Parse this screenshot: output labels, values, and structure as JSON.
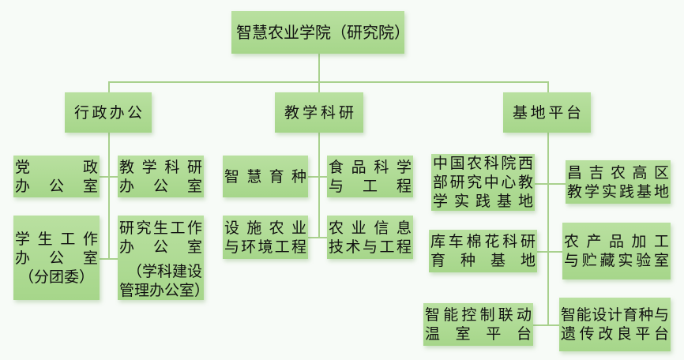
{
  "root": {
    "lines": [
      "智慧农业学院（研究院）"
    ]
  },
  "categories": [
    {
      "lines": [
        "行政办公"
      ]
    },
    {
      "lines": [
        "教学科研"
      ]
    },
    {
      "lines": [
        "基地平台"
      ]
    }
  ],
  "admin": [
    {
      "lines": [
        "党　　　政",
        "办　公　室"
      ]
    },
    {
      "lines": [
        "教学科研",
        "办　公　室"
      ]
    },
    {
      "lines": [
        "学生工作",
        "办　公　室",
        "（分团委）"
      ]
    },
    {
      "lines": [
        "研究生工作",
        "办　公　室",
        "",
        "（学科建设",
        "管理办公室）"
      ]
    }
  ],
  "teaching": [
    {
      "lines": [
        "智慧育种"
      ]
    },
    {
      "lines": [
        "食品科学",
        "与　工　程"
      ]
    },
    {
      "lines": [
        "设施农业",
        "与环境工程"
      ]
    },
    {
      "lines": [
        "农业信息",
        "技术与工程"
      ]
    }
  ],
  "bases": [
    {
      "lines": [
        "中国农科院西",
        "部研究中心教",
        "学实践基地"
      ]
    },
    {
      "lines": [
        "昌吉农高区",
        "教学实践基地"
      ]
    },
    {
      "lines": [
        "库车棉花科研",
        "育　种　基　地"
      ]
    },
    {
      "lines": [
        "农产品加工",
        "与贮藏实验室"
      ]
    },
    {
      "lines": [
        "智能控制联动",
        "温　室　平　台"
      ]
    },
    {
      "lines": [
        "智能设计育种与",
        "遗传改良平台"
      ]
    }
  ]
}
